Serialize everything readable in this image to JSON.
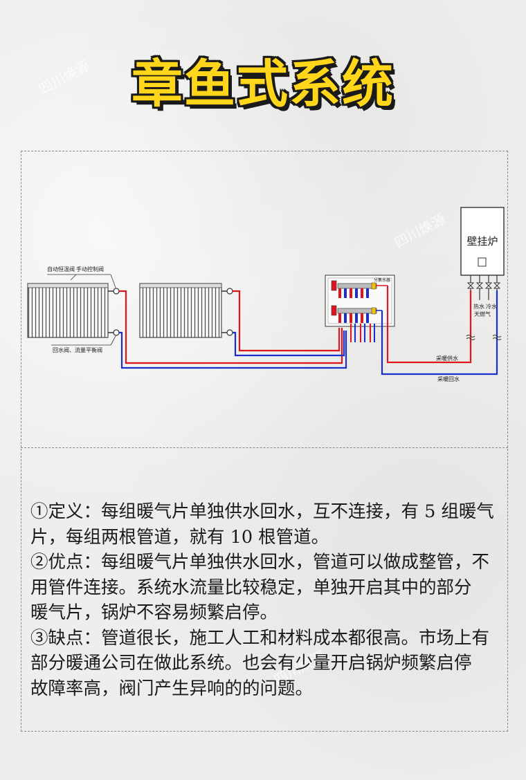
{
  "title": "章鱼式系统",
  "watermark": "四川焕源",
  "diagram": {
    "labels": {
      "auto_valve": "自动恒温阀",
      "manual_valve": "手动控制阀",
      "return_valve": "回水阀、流量平衡阀",
      "manifold": "分集水器",
      "boiler": "壁挂炉",
      "hot_water": "热水",
      "cold_water": "冷水",
      "gas": "天燃气",
      "supply": "采暖供水",
      "return": "采暖回水"
    },
    "colors": {
      "supply": "#e0141e",
      "return": "#1a2ecc",
      "outline": "#444444"
    }
  },
  "description": [
    {
      "lines": [
        "①定义：每组暖气片单独供水回水，互不连接，有 5 组暖气",
        "片，每组两根管道，就有 10 根管道。"
      ]
    },
    {
      "lines": [
        "②优点：每组暖气片单独供水回水，管道可以做成整管，不",
        "用管件连接。系统水流量比较稳定，单独开启其中的部分",
        "暖气片，锅炉不容易频繁启停。"
      ]
    },
    {
      "lines": [
        "③缺点：管道很长，施工人工和材料成本都很高。市场上有",
        "部分暖通公司在做此系统。也会有少量开启锅炉频繁启停",
        "故障率高，阀门产生异响的的问题。"
      ]
    }
  ]
}
